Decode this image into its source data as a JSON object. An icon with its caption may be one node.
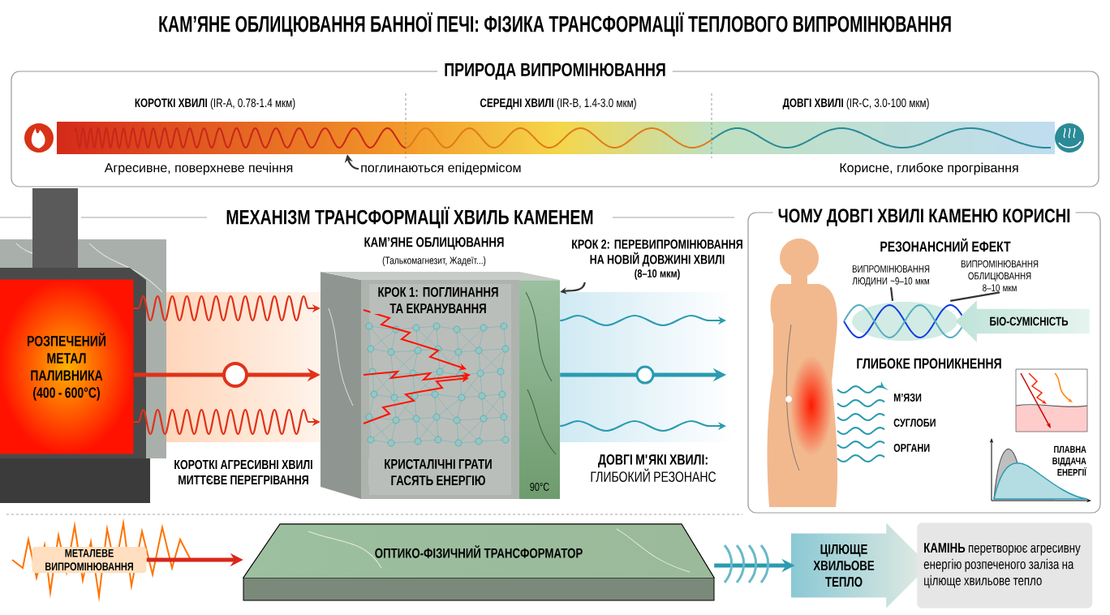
{
  "diagram": {
    "title": "КАМ’ЯНЕ ОБЛИЦЮВАННЯ БАННОЇ ПЕЧІ: ФІЗИКА ТРАНСФОРМАЦІЇ ТЕПЛОВОГО ВИПРОМІНЮВАННЯ",
    "nodes": [
      {
        "text": [
          "ПРИРОДА ВИПРОМІНЮВАННЯ"
        ]
      },
      {
        "text": [
          "поглинаються епідермісом"
        ],
        "in": 0
      },
      {
        "text": [],
        "shape": "picture",
        "in": 0
      },
      {
        "text": [
          "РОЗПЕЧЕНИЙ МЕТАЛ ПАЛИВНИКА (400 - 600°C)"
        ]
      },
      {
        "text": [
          "КРОК 1: ПОГЛИНАННЯ ТА ЕКРАНУВАННЯ",
          "КРИСТАЛІЧНІ ГРАТИ ГАСЯТЬ ЕНЕРГІЮ",
          "90°C"
        ],
        "beside": [
          "КАМ’ЯНЕ ОБЛИЦЮВАННЯ",
          "(Талькомагнезит, Жадеїт...)"
        ]
      },
      {
        "text": [
          "КРОК 2: ПЕРЕВИПРОМІНЮВАННЯ НА НОВІЙ ДОВЖИНІ ХВИЛІ",
          "(8–10 мкм)"
        ]
      },
      {
        "text": [
          "ЧОМУ ДОВГІ ХВИЛІ КАМЕНЮ КОРИСНІ"
        ]
      },
      {
        "text": [
          "ВИПРОМІНЮВАННЯ ЛЮДИНИ ~9–10 мкм"
        ],
        "in": 6
      },
      {
        "text": [
          "ВИПРОМІНЮВАННЯ ОБЛИЦЮВАННЯ 8–10 мкм"
        ],
        "in": 6
      },
      {
        "text": [],
        "shape": "picture",
        "in": 6
      },
      {
        "text": [
          "БІО-СУМІСНІСТЬ"
        ],
        "in": 6
      },
      {
        "text": [
          "МЕТАЛЕВЕ ВИПРОМІНЮВАННЯ"
        ]
      },
      {
        "text": [
          "ОПТИКО-ФІЗИЧНИЙ ТРАНСФОРМАТОР"
        ]
      },
      {
        "text": [
          "ЦІЛЮЩЕ ХВИЛЬОВЕ ТЕПЛО"
        ]
      },
      {
        "text": [
          "**КАМІНЬ** перетворює агресивну енергію розпеченого заліза на цілюще хвильове тепло"
        ]
      }
    ],
    "edges": [
      {
        "from": 1,
        "to": 2,
        "arrow": "to",
        "color": "#333333"
      },
      {
        "from": 3,
        "to": 4,
        "arrow": "to",
        "color": "#e0321a"
      },
      {
        "from": 3,
        "to": 4,
        "arrow": "to",
        "style": "thick",
        "color": "#e0321a"
      },
      {
        "from": 3,
        "to": 4,
        "arrow": "to",
        "color": "#e0321a"
      },
      {
        "from": 4,
        "to": null,
        "arrow": "to",
        "color": "#2a9bb0"
      },
      {
        "from": 4,
        "to": null,
        "arrow": "to",
        "style": "thick",
        "color": "#2a9bb0"
      },
      {
        "from": 4,
        "to": null,
        "arrow": "to",
        "color": "#2a9bb0"
      },
      {
        "from": 5,
        "to": 4,
        "arrow": "to",
        "color": "#333333"
      },
      {
        "from": 7,
        "to": 9,
        "arrow": "none",
        "color": "#333333"
      },
      {
        "from": 8,
        "to": 9,
        "arrow": "none",
        "color": "#333333"
      },
      {
        "from": 11,
        "to": 12,
        "arrow": "to",
        "style": "thick",
        "color": "#d8281a"
      },
      {
        "from": 12,
        "to": 13,
        "arrow": "to",
        "style": "thick",
        "color": "#2a9bb0"
      }
    ],
    "labels": [
      "**КОРОТКІ ХВИЛІ** (IR-A, 0.78-1.4 мкм)",
      "**СЕРЕДНІ ХВИЛІ** (IR-B, 1.4-3.0 мкм)",
      "**ДОВГІ ХВИЛІ** (IR-C, 3.0-100 мкм)",
      "Агресивне, поверхневе печіння",
      "Корисне, глибоке прогрівання",
      "МЕХАНІЗМ ТРАНСФОРМАЦІЇ ХВИЛЬ КАМЕНЕМ",
      "КОРОТКІ АГРЕСИВНІ ХВИЛІ МИТТЄВЕ ПЕРЕГРІВАННЯ",
      "**ДОВГІ М'ЯКІ ХВИЛІ:** ГЛИБОКИЙ РЕЗОНАНС",
      "РЕЗОНАНСНИЙ ЕФЕКТ",
      "ГЛИБОКЕ ПРОНИКНЕННЯ",
      "М’ЯЗИ",
      "СУГЛОБИ",
      "ОРГАНИ",
      "ПЛАВНА ВІДДАЧА ЕНЕРГІЇ"
    ]
  }
}
